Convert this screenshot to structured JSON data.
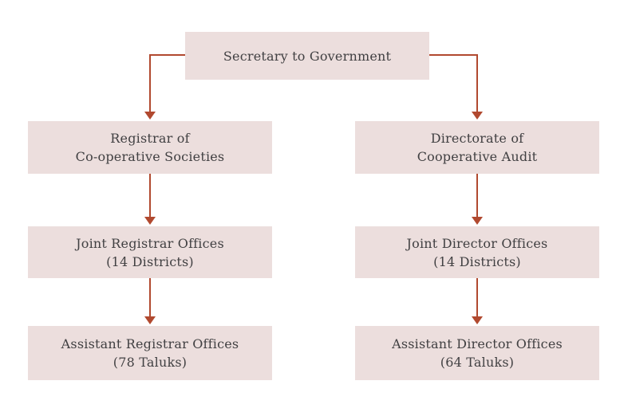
{
  "diagram": {
    "type": "org-chart",
    "root": {
      "label": "Secretary to Government"
    },
    "columns": [
      {
        "name": "left",
        "nodes": [
          {
            "line1": "Registrar of",
            "line2": "Co-operative Societies"
          },
          {
            "line1": "Joint Registrar Offices",
            "line2": "(14 Districts)"
          },
          {
            "line1": "Assistant Registrar Offices",
            "line2": "(78 Taluks)"
          }
        ]
      },
      {
        "name": "right",
        "nodes": [
          {
            "line1": "Directorate of",
            "line2": "Cooperative Audit"
          },
          {
            "line1": "Joint Director Offices",
            "line2": "(14 Districts)"
          },
          {
            "line1": "Assistant Director Offices",
            "line2": "(64 Taluks)"
          }
        ]
      }
    ],
    "colors": {
      "box_bg": "#ecdedd",
      "text": "#414042",
      "arrow": "#b1492f"
    }
  }
}
